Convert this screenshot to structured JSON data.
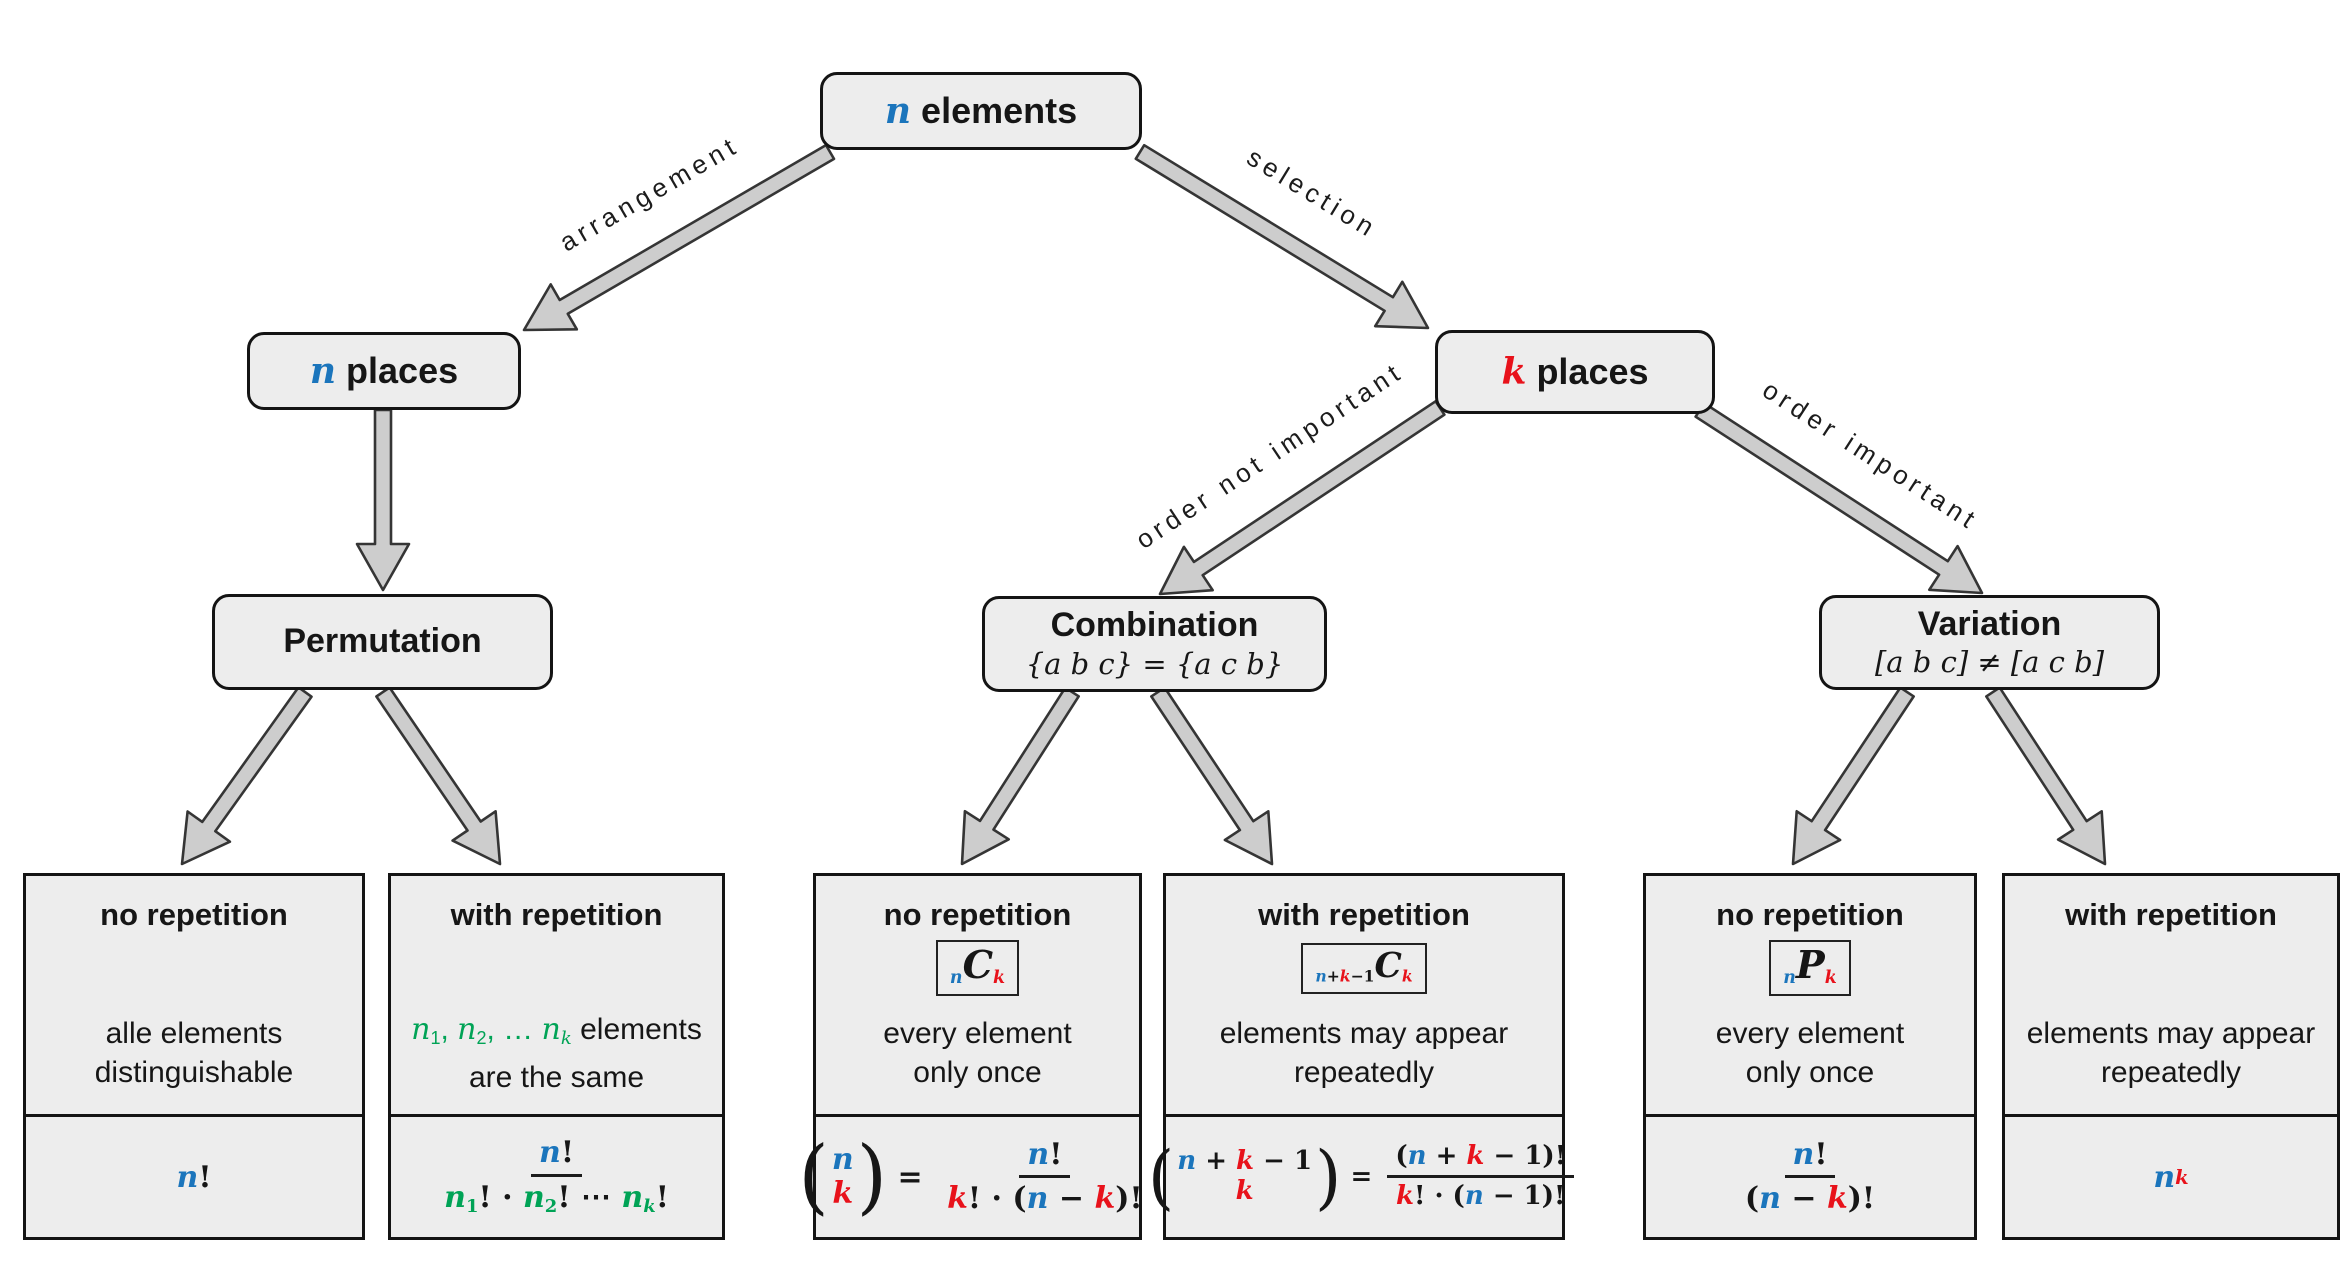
{
  "nodes": {
    "root": {
      "var": "n",
      "label": "elements"
    },
    "places_n": {
      "var": "n",
      "label": "places"
    },
    "places_k": {
      "var": "k",
      "label": "places"
    },
    "permutation": {
      "title": "Permutation"
    },
    "combination": {
      "title": "Combination",
      "subtitle": "{a b c} = {a c b}"
    },
    "variation": {
      "title": "Variation",
      "subtitle": "[a b c] ≠ [a c b]"
    }
  },
  "arrow_labels": {
    "arrangement": "arrangement",
    "selection": "selection",
    "order_not_important": "order not important",
    "order_important": "order important"
  },
  "colors": {
    "blue": "#1b75bc",
    "red": "#e8121b",
    "green": "#00a356",
    "box_fill": "#ededed",
    "arrow_fill": "#cdcdcd",
    "border": "#141414"
  },
  "leaves": [
    {
      "title": "no repetition",
      "desc": [
        "alle elements",
        "distinguishable"
      ],
      "formula": [
        {
          "t": "n",
          "c": "b",
          "i": 1
        },
        {
          "t": "!"
        }
      ]
    },
    {
      "title": "with repetition",
      "desc_rich": [
        {
          "t": "n",
          "c": "g",
          "i": 1
        },
        {
          "t": "1",
          "c": "g",
          "sub": 1
        },
        {
          "t": ", ",
          "c": "g"
        },
        {
          "t": "n",
          "c": "g",
          "i": 1
        },
        {
          "t": "2",
          "c": "g",
          "sub": 1
        },
        {
          "t": ", … ",
          "c": "g"
        },
        {
          "t": "n",
          "c": "g",
          "i": 1
        },
        {
          "t": "k",
          "c": "g",
          "i": 1,
          "sub": 1
        },
        {
          "t": " elements",
          "sans": 1
        }
      ],
      "desc": [
        "are the same"
      ],
      "formula": [
        {
          "frac": {
            "num": [
              {
                "t": "n",
                "c": "b",
                "i": 1
              },
              {
                "t": "!"
              }
            ],
            "den": [
              {
                "t": "n",
                "c": "g",
                "i": 1
              },
              {
                "t": "1",
                "c": "g",
                "sub": 1
              },
              {
                "t": "!"
              },
              {
                "t": " · "
              },
              {
                "t": "n",
                "c": "g",
                "i": 1
              },
              {
                "t": "2",
                "c": "g",
                "sub": 1
              },
              {
                "t": "!"
              },
              {
                "t": " ⋯ "
              },
              {
                "t": "n",
                "c": "g",
                "i": 1
              },
              {
                "t": "k",
                "c": "g",
                "i": 1,
                "sub": 1
              },
              {
                "t": "!"
              }
            ]
          }
        }
      ]
    },
    {
      "title": "no repetition",
      "badge": [
        {
          "t": "n",
          "c": "b",
          "i": 1,
          "sub": 1
        },
        {
          "t": "C",
          "i": 1,
          "big": 1
        },
        {
          "t": "k",
          "c": "r",
          "i": 1,
          "sub": 1
        }
      ],
      "desc": [
        "every element",
        "only once"
      ],
      "formula": [
        {
          "binom": {
            "top": [
              {
                "t": "n",
                "c": "b",
                "i": 1
              }
            ],
            "bot": [
              {
                "t": "k",
                "c": "r",
                "i": 1
              }
            ]
          }
        },
        {
          "t": " = "
        },
        {
          "frac": {
            "num": [
              {
                "t": "n",
                "c": "b",
                "i": 1
              },
              {
                "t": "!"
              }
            ],
            "den": [
              {
                "t": "k",
                "c": "r",
                "i": 1
              },
              {
                "t": "! · ("
              },
              {
                "t": "n",
                "c": "b",
                "i": 1
              },
              {
                "t": " − "
              },
              {
                "t": "k",
                "c": "r",
                "i": 1
              },
              {
                "t": ")!"
              }
            ]
          }
        }
      ]
    },
    {
      "title": "with repetition",
      "badge": [
        {
          "t": "n",
          "c": "b",
          "i": 1,
          "sub": 1
        },
        {
          "t": "+",
          "sub": 1
        },
        {
          "t": "k",
          "c": "r",
          "i": 1,
          "sub": 1
        },
        {
          "t": "−1",
          "sub": 1
        },
        {
          "t": "C",
          "i": 1,
          "big": 1
        },
        {
          "t": "k",
          "c": "r",
          "i": 1,
          "sub": 1
        }
      ],
      "desc": [
        "elements may appear",
        "repeatedly"
      ],
      "formula": [
        {
          "binom": {
            "top": [
              {
                "t": "n",
                "c": "b",
                "i": 1
              },
              {
                "t": " + "
              },
              {
                "t": "k",
                "c": "r",
                "i": 1
              },
              {
                "t": " − 1"
              }
            ],
            "bot": [
              {
                "t": "k",
                "c": "r",
                "i": 1
              }
            ]
          }
        },
        {
          "t": " = "
        },
        {
          "frac": {
            "num": [
              {
                "t": "("
              },
              {
                "t": "n",
                "c": "b",
                "i": 1
              },
              {
                "t": " + "
              },
              {
                "t": "k",
                "c": "r",
                "i": 1
              },
              {
                "t": " − 1)!"
              }
            ],
            "den": [
              {
                "t": "k",
                "c": "r",
                "i": 1
              },
              {
                "t": "! · ("
              },
              {
                "t": "n",
                "c": "b",
                "i": 1
              },
              {
                "t": " − 1)!"
              }
            ]
          }
        }
      ]
    },
    {
      "title": "no repetition",
      "badge": [
        {
          "t": "n",
          "c": "b",
          "i": 1,
          "sub": 1
        },
        {
          "t": "P",
          "i": 1,
          "big": 1
        },
        {
          "t": "k",
          "c": "r",
          "i": 1,
          "sub": 1
        }
      ],
      "desc": [
        "every element",
        "only once"
      ],
      "formula": [
        {
          "frac": {
            "num": [
              {
                "t": "n",
                "c": "b",
                "i": 1
              },
              {
                "t": "!"
              }
            ],
            "den": [
              {
                "t": "("
              },
              {
                "t": "n",
                "c": "b",
                "i": 1
              },
              {
                "t": " − "
              },
              {
                "t": "k",
                "c": "r",
                "i": 1
              },
              {
                "t": ")!"
              }
            ]
          }
        }
      ]
    },
    {
      "title": "with repetition",
      "desc": [
        "elements may appear",
        "repeatedly"
      ],
      "formula": [
        {
          "t": "n",
          "c": "b",
          "i": 1
        },
        {
          "t": "k",
          "c": "r",
          "i": 1,
          "sup": 1
        }
      ]
    }
  ]
}
